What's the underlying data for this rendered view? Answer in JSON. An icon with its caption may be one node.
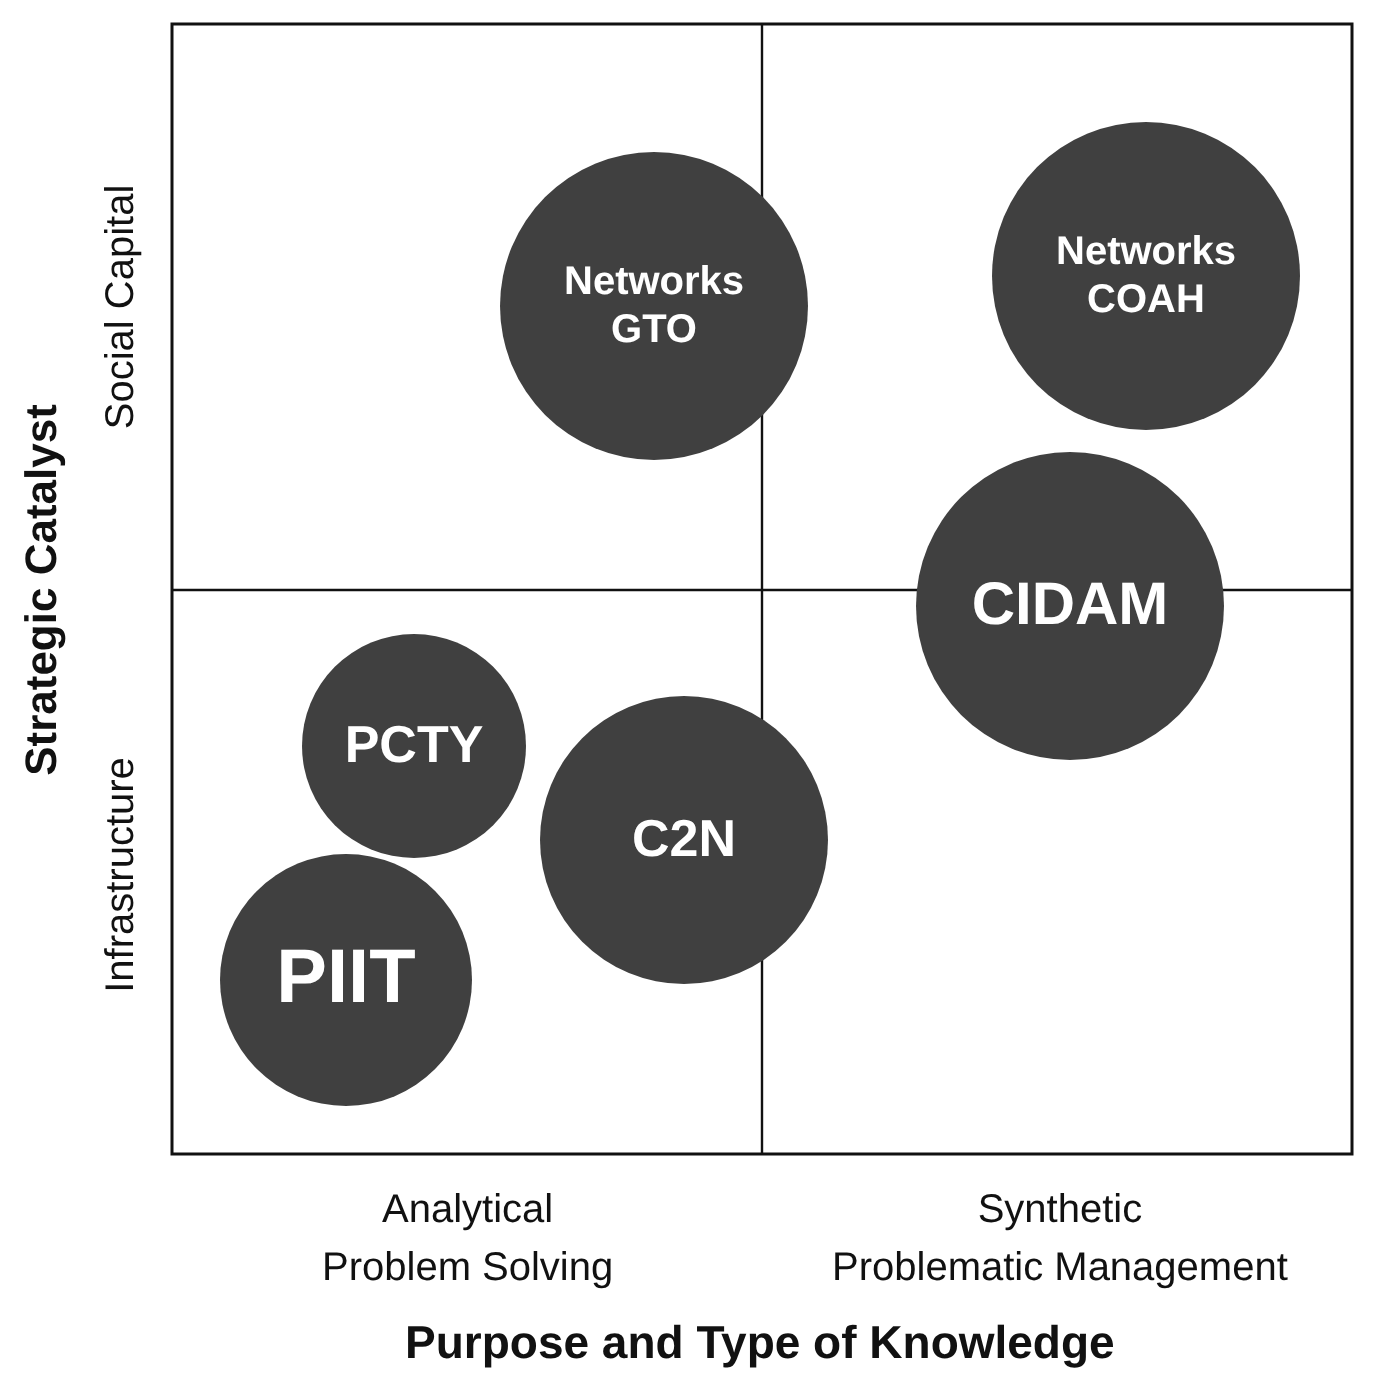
{
  "diagram": {
    "nodes": [
      {
        "text": [
          "Networks GTO"
        ]
      },
      {
        "text": [
          "Networks COAH"
        ]
      },
      {
        "text": [
          "CIDAM"
        ]
      },
      {
        "text": [
          "PCTY"
        ]
      },
      {
        "text": [
          "C2N"
        ]
      },
      {
        "text": [
          "PIIT"
        ]
      }
    ],
    "labels": [
      "Strategic Catalyst",
      "Social Capital",
      "Infrastructure",
      "Analytical Problem Solving",
      "Synthetic Problematic Management",
      "Purpose and Type of Knowledge"
    ]
  }
}
